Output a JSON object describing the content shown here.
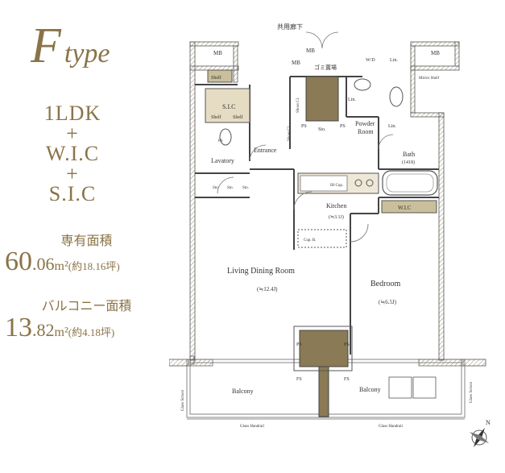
{
  "plan_type": {
    "letter": "F",
    "word": "type"
  },
  "layout_lines": [
    "1LDK",
    "+",
    "W.I.C",
    "+",
    "S.I.C"
  ],
  "private_area": {
    "label": "専有面積",
    "integer": "60",
    "decimal": ".06",
    "unit": "m²",
    "approx": "(約18.16坪)"
  },
  "balcony_area": {
    "label": "バルコニー面積",
    "integer": "13",
    "decimal": ".82",
    "unit": "m²",
    "approx": "(約4.18坪)"
  },
  "floorplan": {
    "corridor": "共用廊下",
    "mb_left": "MB",
    "mb_center": "MB",
    "mb_right": "MB",
    "mb_small": "MB",
    "garbage": "ゴミ置場",
    "wd": "W/D",
    "lin_top": "Lin.",
    "lin_mid": "Lin.",
    "lin_small": "Lin.",
    "shelf_1": "Shelf",
    "shelf_2": "Shelf",
    "shelf_3": "Shelf",
    "sic": "S.I.C",
    "shoes_cl_1": "Shoes Cl.",
    "shoes_cl_2": "Shoes Cl.",
    "sto_center": "Sto.",
    "ps_1": "PS",
    "ps_2": "PS",
    "ps_3": "PS",
    "ps_4": "PS",
    "ps_5": "PS",
    "mirror_shelf": "Mirror Shelf",
    "powder_room_1": "Powder",
    "powder_room_2": "Room",
    "entrance": "Entrance",
    "lavatory": "Lavatory",
    "bath": "Bath",
    "bath_size": "(1418)",
    "sto_1": "Sto.",
    "sto_2": "Sto.",
    "sto_3": "Sto.",
    "ih_cup": "IH Cup.",
    "kitchen": "Kitchen",
    "kitchen_size": "(≒3.1J)",
    "cup_b": "Cup. B.",
    "wic": "W.I.C",
    "ldr": "Living Dining Room",
    "ldr_size": "(≒12.4J)",
    "bedroom": "Bedroom",
    "bedroom_size": "(≒6.5J)",
    "fs_1": "FS",
    "fs_2": "FS",
    "balcony_left": "Balcony",
    "balcony_right": "Balcony",
    "glass_screen_left": "Glass Screen",
    "glass_screen_right": "Glass Screen",
    "glass_handrail_left": "Glass Handrail",
    "glass_handrail_right": "Glass Handrail",
    "compass": "N"
  }
}
